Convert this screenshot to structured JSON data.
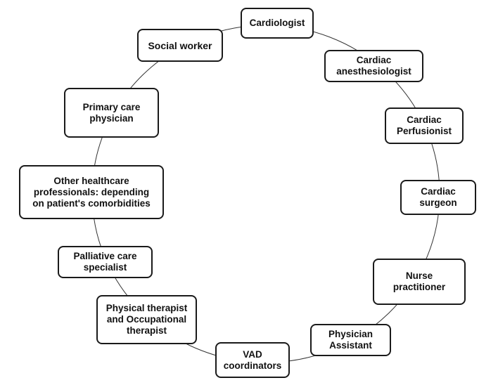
{
  "roles": [
    "Cardiologist",
    "Cardiac\nanesthesiologist",
    "Cardiac\nPerfusionist",
    "Cardiac\nsurgeon",
    "Nurse\npractitioner",
    "Physician\nAssistant",
    "VAD\ncoordinators",
    "Physical therapist\nand Occupational\ntherapist",
    "Palliative care\nspecialist",
    "Other healthcare\nprofessionals:  depending\non patient's comorbidities",
    "Primary care\nphysician",
    "Social worker"
  ],
  "colors": {
    "box_border": "#1a1a1a",
    "box_fill": "#ffffff",
    "ring_line": "#333333",
    "text": "#111111"
  }
}
